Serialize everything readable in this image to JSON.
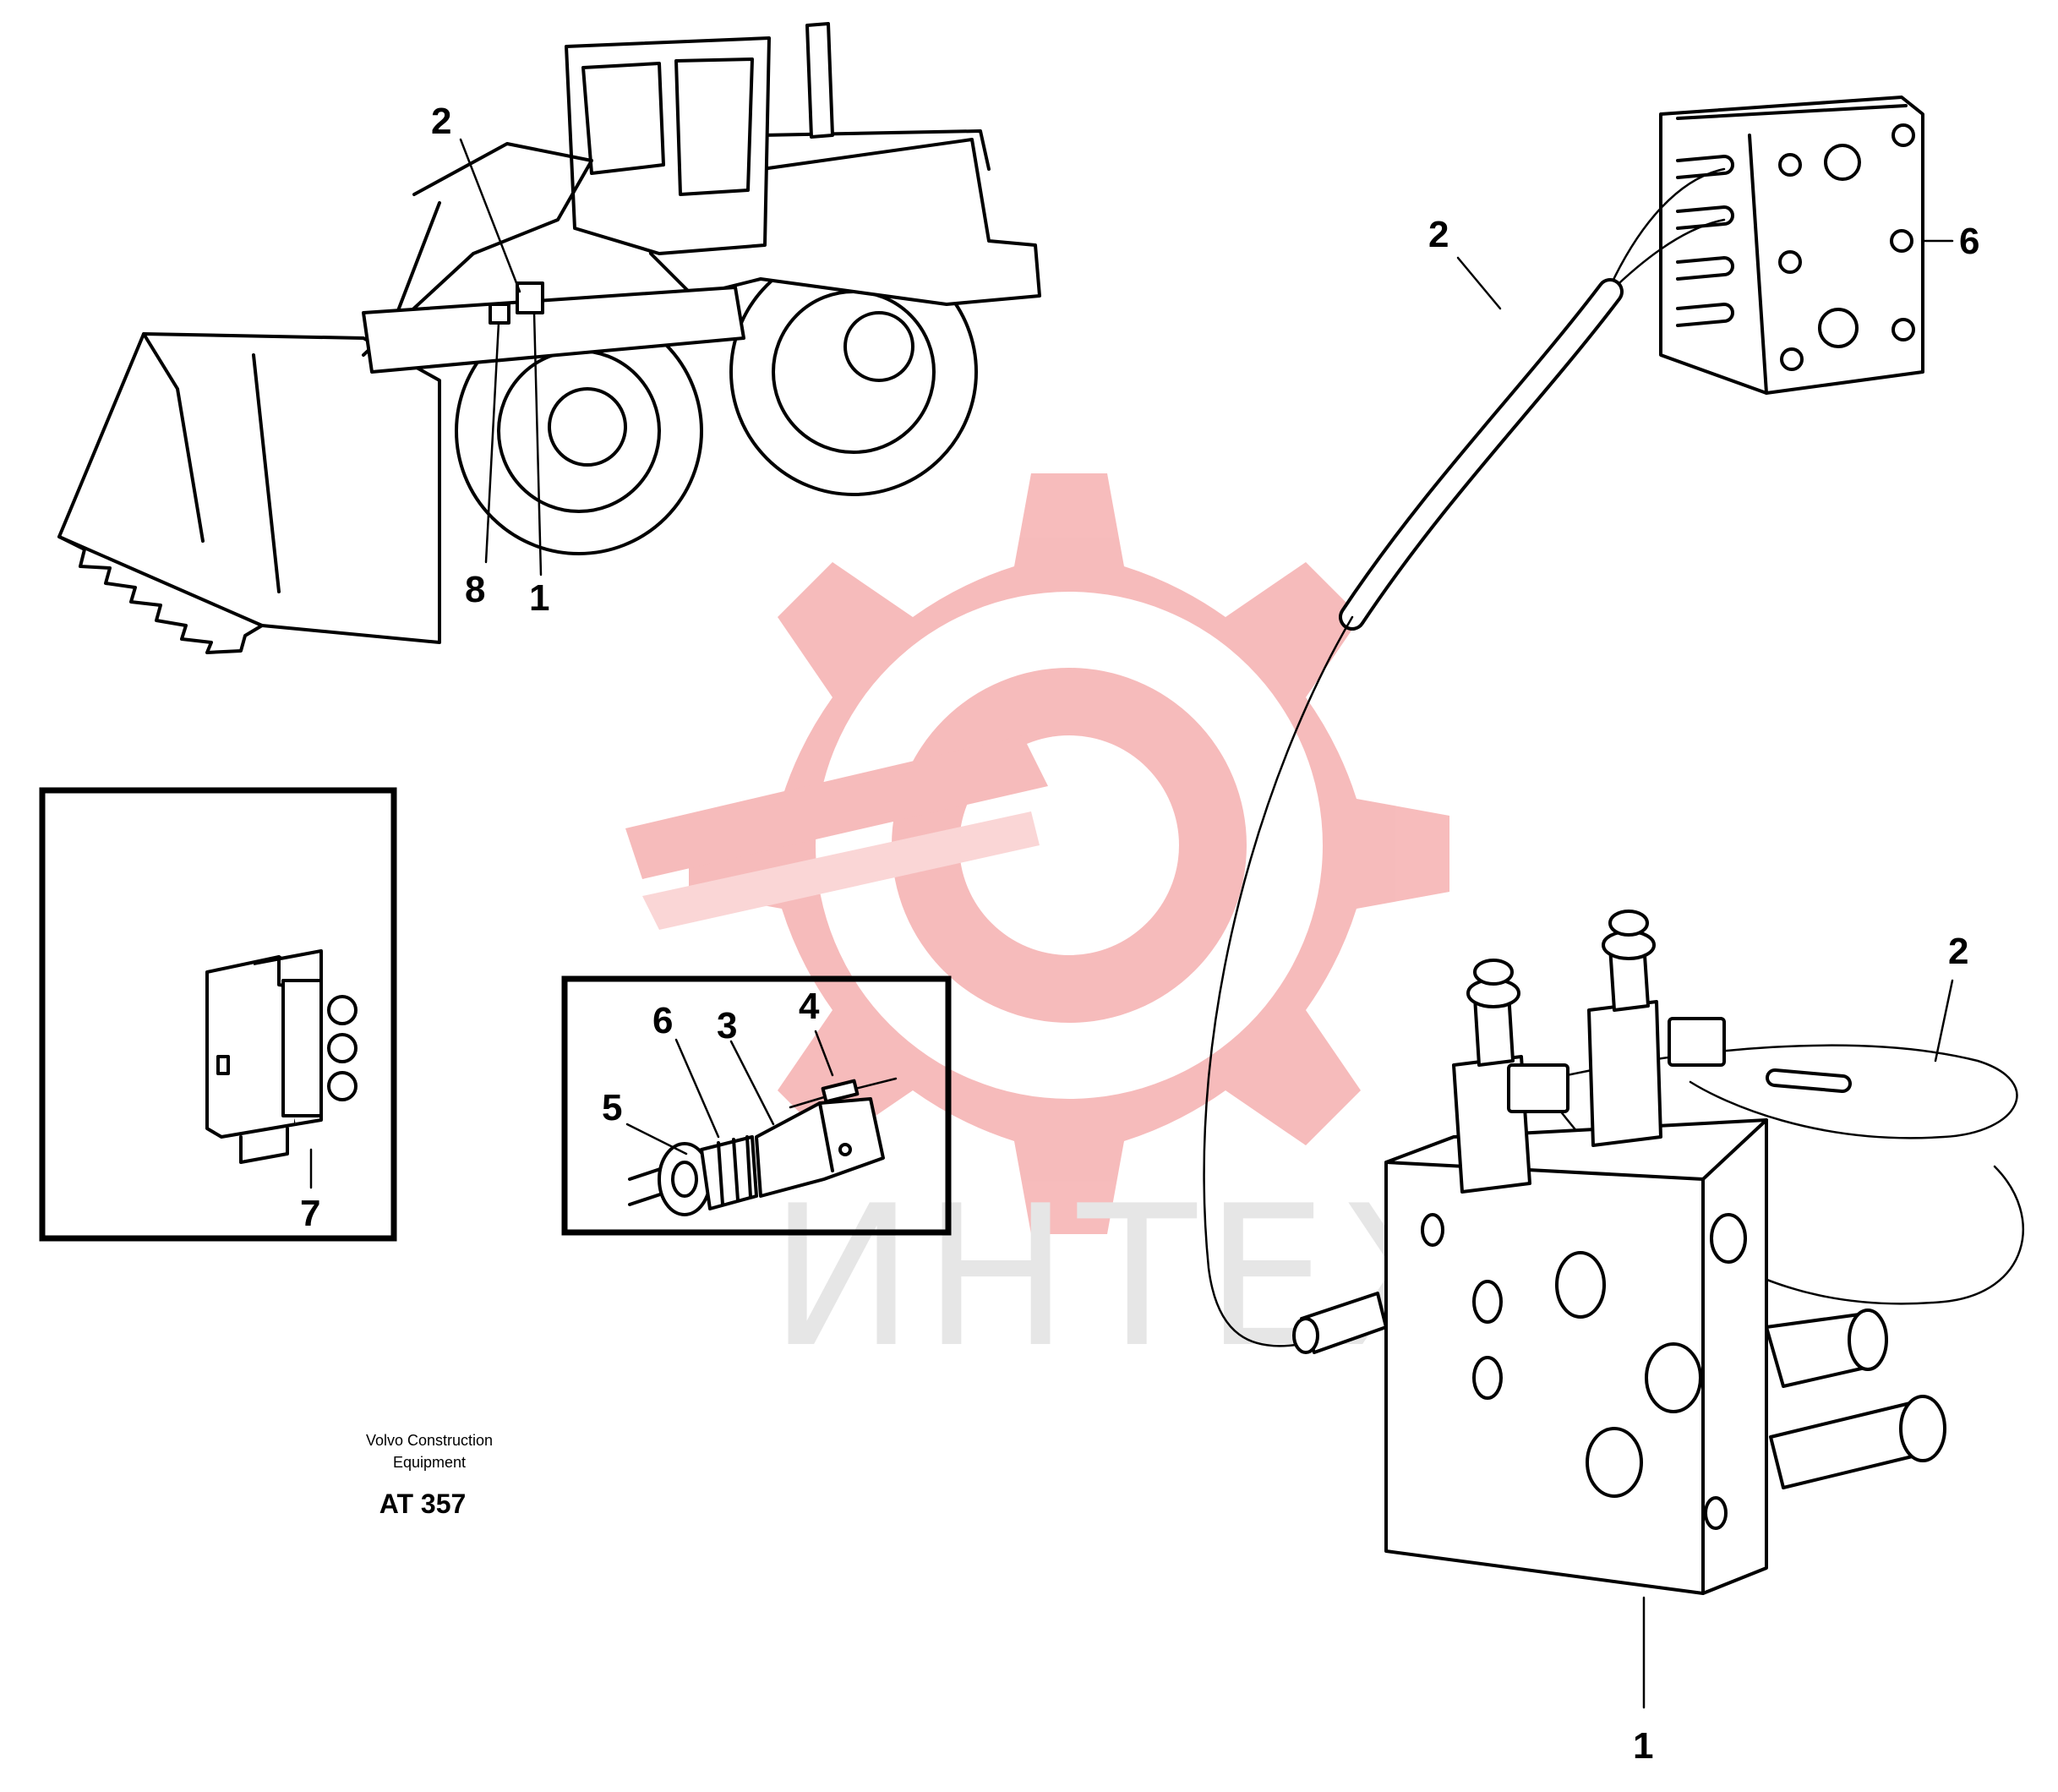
{
  "watermark": {
    "text": "ИНТЕХ",
    "color": "#f4a5a5"
  },
  "caption": {
    "line1": "Volvo Construction",
    "line2": "Equipment",
    "code": "AT 357"
  },
  "callouts": {
    "loader_2": "2",
    "loader_8": "8",
    "loader_1": "1",
    "inset_connector_7": "7",
    "inset_sensor_6": "6",
    "inset_sensor_3": "3",
    "inset_sensor_4": "4",
    "inset_sensor_5": "5",
    "control_unit_6": "6",
    "cable_2_top": "2",
    "cable_2_right": "2",
    "valve_block_1": "1"
  }
}
